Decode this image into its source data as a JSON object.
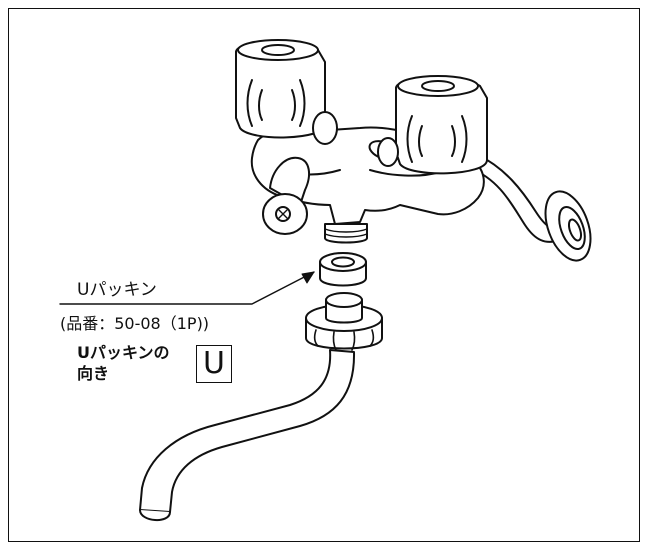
{
  "labels": {
    "packing_name": "Uパッキン",
    "part_number": "(品番：50-08（1P))",
    "orientation_line1": "Uパッキンの",
    "orientation_line2": "向き",
    "orientation_symbol": "U"
  },
  "colors": {
    "line": "#111111",
    "background": "#ffffff"
  }
}
